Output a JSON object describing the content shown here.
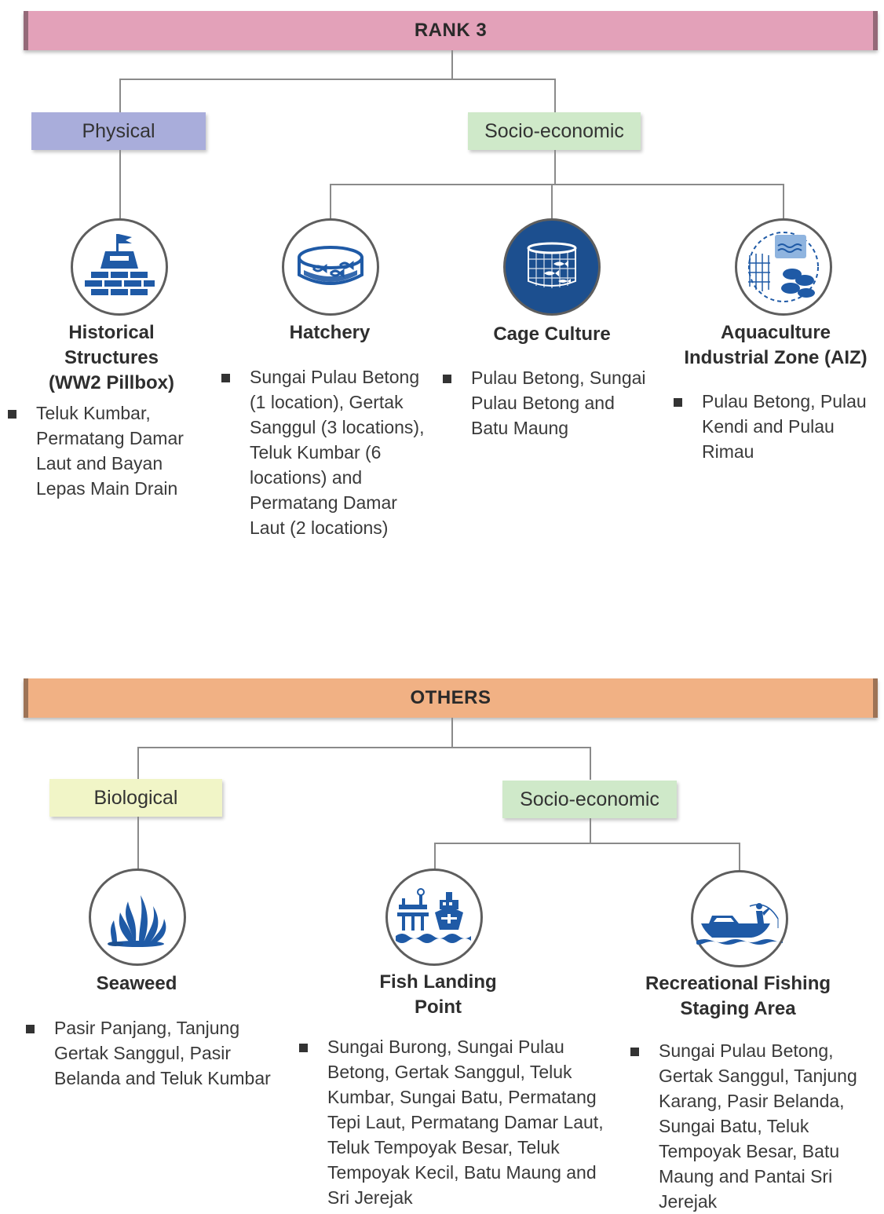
{
  "sections": {
    "rank3": {
      "label": "RANK 3",
      "color": "#e3a1b9"
    },
    "others": {
      "label": "OTHERS",
      "color": "#f1b184"
    }
  },
  "categories": {
    "physical": {
      "label": "Physical",
      "color": "#a9addb"
    },
    "socio1": {
      "label": "Socio-economic",
      "color": "#cfe9c9"
    },
    "biological": {
      "label": "Biological",
      "color": "#f1f5c7"
    },
    "socio2": {
      "label": "Socio-economic",
      "color": "#cfe9c9"
    }
  },
  "items": {
    "historical": {
      "icon": "pillbox-fortress-icon",
      "title_lines": [
        "Historical",
        "Structures",
        "(WW2 Pillbox)"
      ],
      "locations": [
        "Teluk Kumbar,",
        "Permatang Damar",
        "Laut and Bayan",
        "Lepas Main Drain"
      ]
    },
    "hatchery": {
      "icon": "hatchery-tank-icon",
      "title_lines": [
        "Hatchery"
      ],
      "locations": [
        "Sungai Pulau Betong",
        "(1 location), Gertak",
        "Sanggul (3 locations),",
        "Teluk Kumbar (6",
        "locations) and",
        "Permatang Damar",
        "Laut (2 locations)"
      ]
    },
    "cage": {
      "icon": "cage-culture-icon",
      "title_lines": [
        "Cage Culture"
      ],
      "locations": [
        "Pulau Betong, Sungai",
        "Pulau Betong and",
        "Batu Maung"
      ]
    },
    "aiz": {
      "icon": "aquaculture-zone-icon",
      "title_lines": [
        "Aquaculture",
        "Industrial Zone (AIZ)"
      ],
      "locations": [
        "Pulau Betong, Pulau",
        "Kendi and Pulau",
        "Rimau"
      ]
    },
    "seaweed": {
      "icon": "seaweed-icon",
      "title_lines": [
        "Seaweed"
      ],
      "locations": [
        "Pasir Panjang, Tanjung",
        "Gertak Sanggul, Pasir",
        "Belanda and Teluk Kumbar"
      ]
    },
    "fishlanding": {
      "icon": "fish-landing-point-icon",
      "title_lines": [
        "Fish Landing",
        "Point"
      ],
      "locations": [
        "Sungai Burong, Sungai Pulau",
        "Betong, Gertak Sanggul, Teluk",
        "Kumbar, Sungai Batu, Permatang",
        "Tepi Laut, Permatang Damar Laut,",
        "Teluk Tempoyak Besar, Teluk",
        "Tempoyak Kecil, Batu Maung and",
        "Sri Jerejak"
      ]
    },
    "recreational": {
      "icon": "recreational-fishing-boat-icon",
      "title_lines": [
        "Recreational Fishing",
        "Staging Area"
      ],
      "locations": [
        "Sungai Pulau Betong,",
        "Gertak Sanggul, Tanjung",
        "Karang, Pasir Belanda,",
        "Sungai Batu, Teluk",
        "Tempoyak Besar, Batu",
        "Maung and Pantai Sri",
        "Jerejak"
      ]
    }
  },
  "colors": {
    "icon_blue": "#1f5aa6",
    "icon_dark": "#1c4f8f",
    "connector": "#8a8a8a"
  }
}
